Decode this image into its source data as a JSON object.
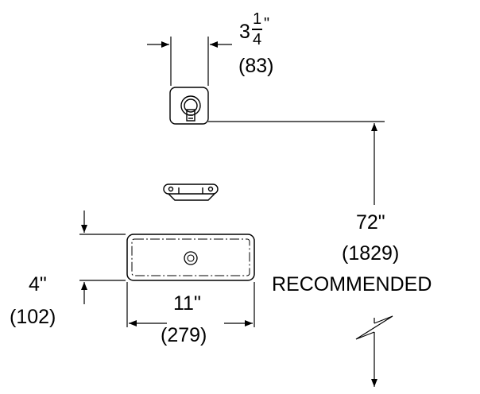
{
  "dimensions": {
    "shower_head_width": {
      "whole": "3",
      "num": "1",
      "den": "4",
      "unit": "\"",
      "metric": "(83)"
    },
    "height": {
      "imperial": "72\"",
      "metric": "(1829)",
      "note": "RECOMMENDED"
    },
    "basin_depth": {
      "imperial": "4\"",
      "metric": "(102)"
    },
    "basin_width": {
      "imperial": "11\"",
      "metric": "(279)"
    }
  },
  "colors": {
    "line": "#000000",
    "background": "#ffffff"
  }
}
